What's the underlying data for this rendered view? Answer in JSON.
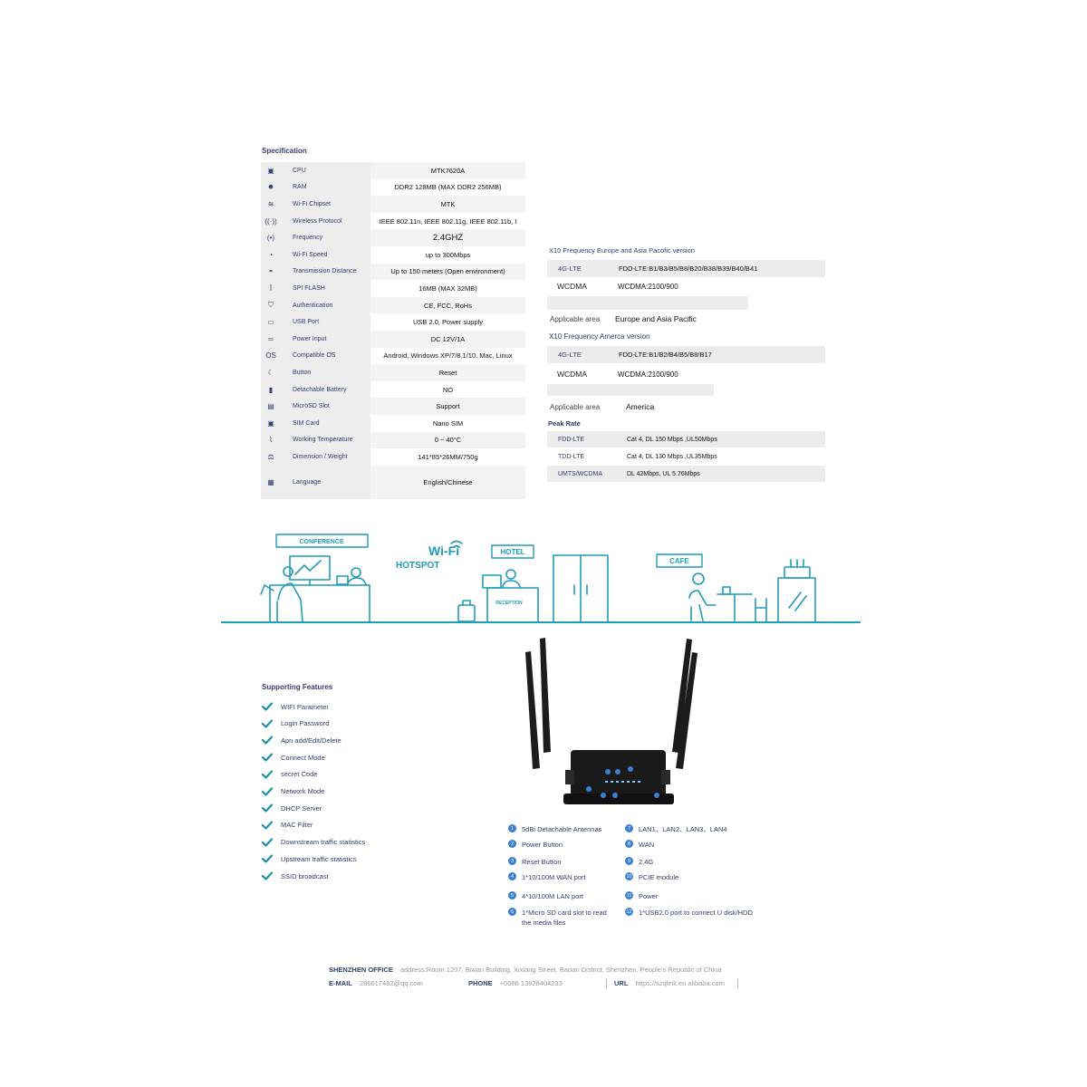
{
  "specification": {
    "title": "Specification",
    "rows": [
      {
        "icon": "cpu-icon",
        "label": "CPU",
        "value": "MTK7620A"
      },
      {
        "icon": "ram-icon",
        "label": "RAM",
        "value": "DDR2 128MB (MAX DDR2 256MB)"
      },
      {
        "icon": "wifi-icon",
        "label": "Wi-Fi Chipset",
        "value": "MTK"
      },
      {
        "icon": "antenna-signal-icon",
        "label": "Wireless Protocol",
        "value": "IEEE 802.11n, IEEE 802.11g, IEEE 802.11b, I"
      },
      {
        "icon": "radio-wave-icon",
        "label": "Frequency",
        "value": "2.4GHZ"
      },
      {
        "icon": "speedometer-icon",
        "label": "Wi-Fi Speed",
        "value": "up to 300Mbps"
      },
      {
        "icon": "signal-arc-icon",
        "label": "Transmission Distance",
        "value": "Up to 150 meters (Open environment)"
      },
      {
        "icon": "flash-icon",
        "label": "SPI FLASH",
        "value": "16MB (MAX 32MB)"
      },
      {
        "icon": "shield-icon",
        "label": "Authentication",
        "value": "CE, FCC, RoHs"
      },
      {
        "icon": "usb-port-icon",
        "label": "USB Port",
        "value": "USB 2.0, Power supply"
      },
      {
        "icon": "power-plug-icon",
        "label": "Power Input",
        "value": "DC 12V/1A"
      },
      {
        "icon": "os-icon",
        "label": "Compatible OS",
        "value": "Android, Windows XP/7/8.1/10, Mac, Linux",
        "icon_text": "OS"
      },
      {
        "icon": "button-icon",
        "label": "Button",
        "value": "Reset"
      },
      {
        "icon": "battery-icon",
        "label": "Detachable Battery",
        "value": "NO"
      },
      {
        "icon": "sd-card-icon",
        "label": "MicroSD Slot",
        "value": "Support"
      },
      {
        "icon": "sim-card-icon",
        "label": "SIM Card",
        "value": "Nano SIM"
      },
      {
        "icon": "thermometer-icon",
        "label": "Working Temperature",
        "value": "0 ~ 40°C"
      },
      {
        "icon": "scale-icon",
        "label": "Dimension / Weight",
        "value": "141*85*26MM/750g"
      },
      {
        "icon": "language-icon",
        "label": "Language",
        "value": "English/Chinese"
      }
    ]
  },
  "frequency": {
    "europe": {
      "title": "X10 Frequency Europe and Asia Pacofic version",
      "lte_label": "4G-LTE",
      "lte_value": "FDD-LTE:B1/B3/B5/B8/B20/B38/B39/B40/B41",
      "wcdma_label": "WCDMA",
      "wcdma_value": "WCDMA:2100/900",
      "area_label": "Applicable area",
      "area_value": "Europe and Asia Pacific"
    },
    "america": {
      "title": "X10 Frequency Amerca version",
      "lte_label": "4G-LTE",
      "lte_value": "FDD-LTE:B1/B2/B4/B5/B8/B17",
      "wcdma_label": "WCDMA",
      "wcdma_value": "WCDMA:2100/900",
      "area_label": "Applicable area",
      "area_value": "America"
    }
  },
  "peak_rate": {
    "title": "Peak Rate",
    "rows": [
      {
        "label": "FDD-LTE",
        "value": "Cat 4, DL 150 Mbps ,UL50Mbps"
      },
      {
        "label": "TDD-LTE",
        "value": "Cat 4, DL 130 Mbps ,UL35Mbps"
      },
      {
        "label": "UMTS/WCDMA",
        "value": "DL 42Mbps, UL 5.76Mbps"
      }
    ]
  },
  "illustration": {
    "conference": "CONFERENCE",
    "wifi": "Wi-Fi",
    "hotspot": "HOTSPOT",
    "hotel": "HOTEL",
    "reception": "RECEPTION",
    "cafe": "CAFE",
    "accent": "#1f9cb8"
  },
  "features": {
    "title": "Supporting Features",
    "items": [
      "WIFI Parameter",
      "Login Password",
      "Apn add/Edit/Delete",
      "Connect Mode",
      "secret  Code",
      "Network Mode",
      "DHCP Server",
      "MAC Filter",
      "Downstream traffic statistics",
      "Upstream traffic statistics",
      "SSID broadcast"
    ],
    "check_color": "#1f8fa8"
  },
  "router": {
    "callouts": [
      "1",
      "2",
      "3",
      "4",
      "5",
      "6",
      "7",
      "8",
      "9",
      "10",
      "11",
      "12"
    ],
    "legend_left": [
      {
        "num": "1",
        "text": "5dBi Detachable Antennas"
      },
      {
        "num": "2",
        "text": "Power Button"
      },
      {
        "num": "3",
        "text": "Reset Button"
      },
      {
        "num": "4",
        "text": "1*10/100M WAN port"
      },
      {
        "num": "5",
        "text": "4*10/100M LAN port"
      },
      {
        "num": "6",
        "text": "1*Micro SD card slot to read the media files"
      }
    ],
    "legend_right": [
      {
        "num": "7",
        "text": "LAN1、LAN2、LAN3、LAN4"
      },
      {
        "num": "8",
        "text": "WAN"
      },
      {
        "num": "9",
        "text": "2.4G"
      },
      {
        "num": "10",
        "text": "PCIE module"
      },
      {
        "num": "11",
        "text": "Power"
      },
      {
        "num": "12",
        "text": "1*USB2.0 port to connect U disk/HDD"
      }
    ]
  },
  "footer": {
    "office_label": "SHENZHEN OFFICE",
    "office_value": "address:Room 1207, Biwan Building, Xixiang Street, Baoan District, Shenzhen, People's Republic of China",
    "email_label": "E-MAIL",
    "email_value": "286617482@qq.com",
    "phone_label": "PHONE",
    "phone_value": "+0086 13928404233",
    "url_label": "URL",
    "url_value": "https://szqlink.en.alibaba.com"
  }
}
